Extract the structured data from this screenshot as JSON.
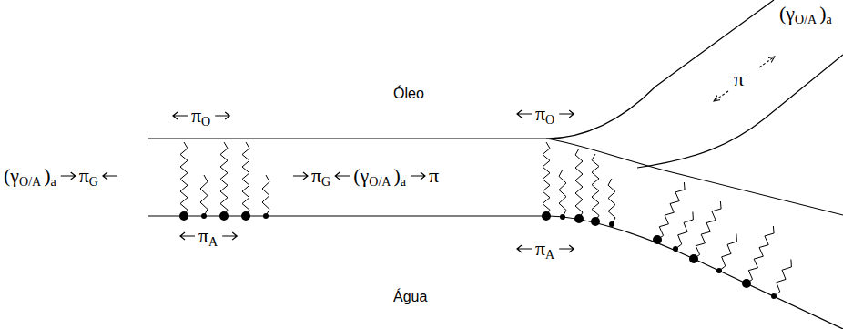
{
  "diagram": {
    "labels": [
      "Óleo",
      "π",
      "O",
      "π",
      "O",
      "(γ",
      "O/A",
      ")",
      "a",
      "π",
      "(γ",
      "O/A",
      ")",
      "a",
      "π",
      "G",
      "π",
      "G",
      "(γ",
      "O/A",
      ")",
      "a",
      "π",
      "π",
      "A",
      "π",
      "A",
      "Água"
    ]
  }
}
